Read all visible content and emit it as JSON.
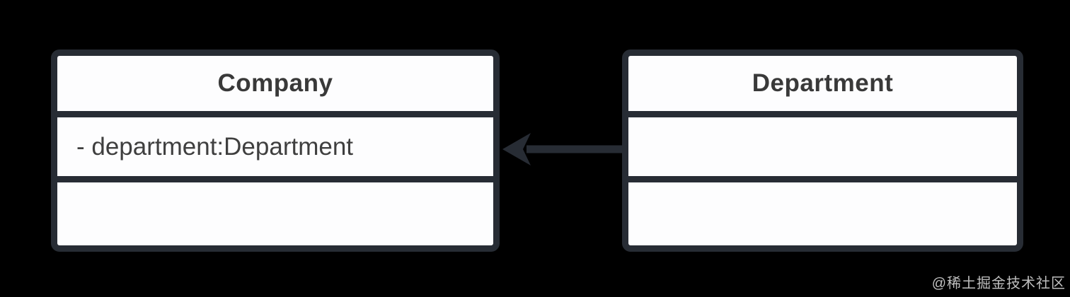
{
  "diagram": {
    "type": "uml-class-diagram",
    "colors": {
      "background": "#000000",
      "stroke": "#272c34",
      "box_fill": "#fdfdfe",
      "text": "#3f3f3f",
      "watermark_text": "#d4d4d4"
    },
    "classes": [
      {
        "title": "Company",
        "fields": [
          "- department:Department"
        ],
        "methods": []
      },
      {
        "title": "Department",
        "fields": [],
        "methods": []
      }
    ],
    "relation": {
      "from": "Department",
      "to": "Company",
      "style": "solid-line-arrow",
      "arrow_points_to": "Company"
    }
  },
  "watermark": {
    "text": "@稀土掘金技术社区"
  }
}
